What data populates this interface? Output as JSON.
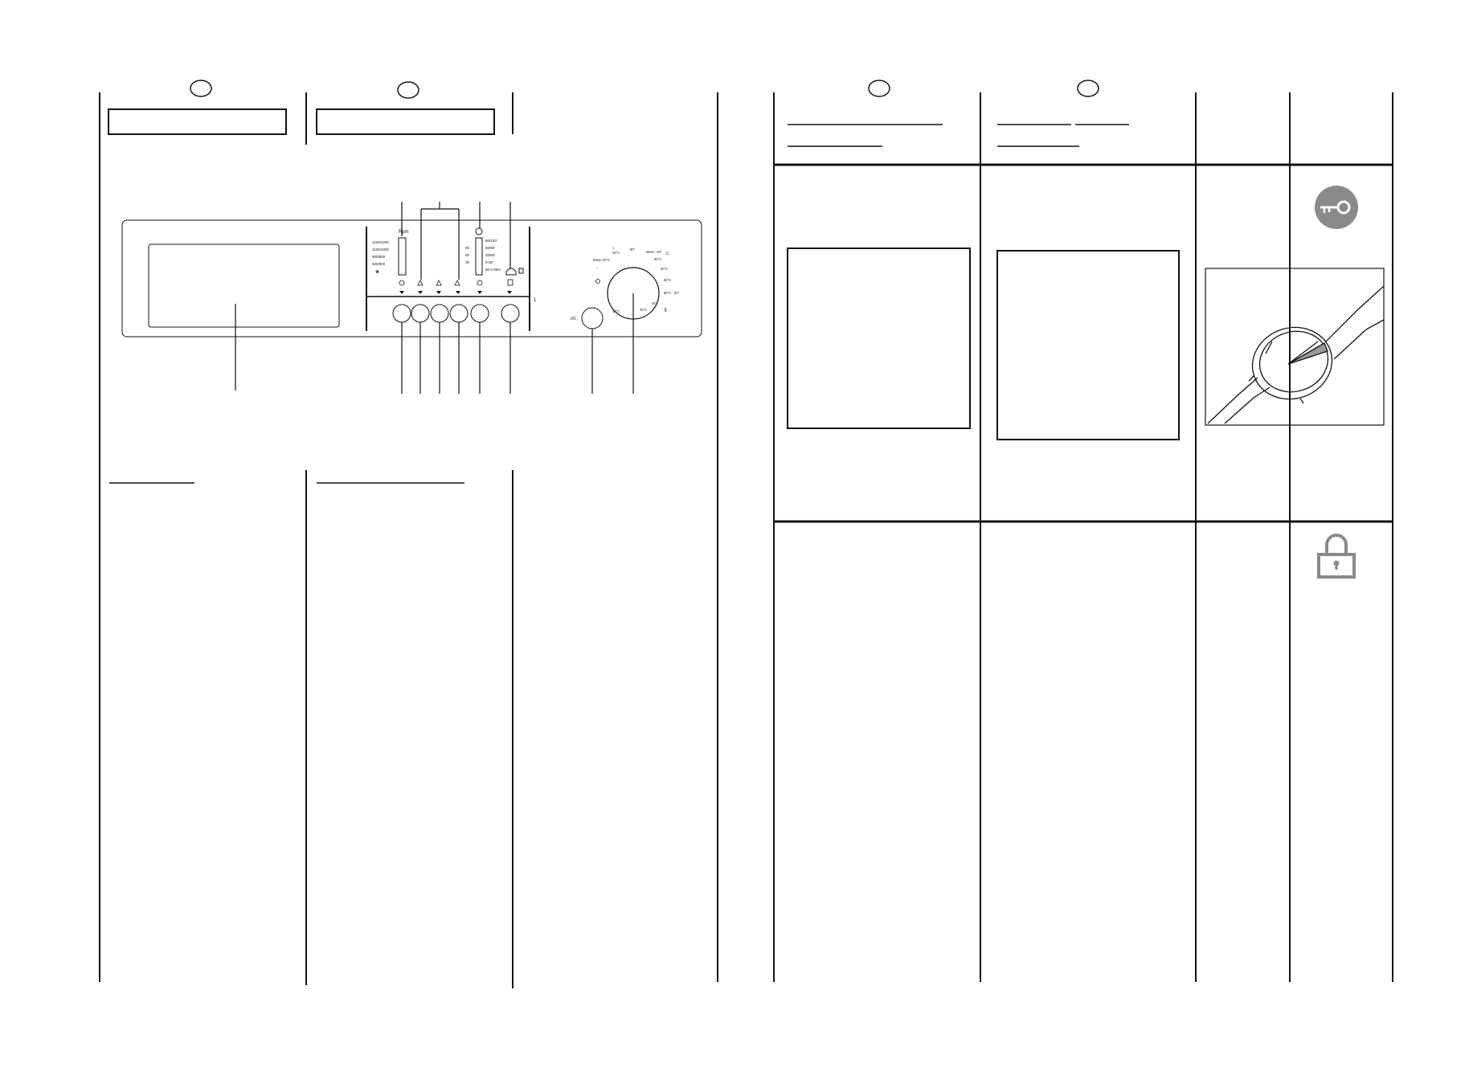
{
  "spin_panel": {
    "label": "Rpm",
    "speeds": [
      "1100/1200",
      "1100/1000",
      "900/800",
      "600/600"
    ]
  },
  "delay_panel": {
    "labels": [
      "9h",
      "6h",
      "3h"
    ],
    "durations": [
      "90/120'",
      "60/90'",
      "30/60'",
      "0-30'",
      "60 0-30m"
    ]
  },
  "dial": {
    "labels": {
      "top_left": "40°C",
      "top": "90°",
      "top_right": "Wool - 40°",
      "right_1": "60°C",
      "right_2": "40°C",
      "right_3": "60°C",
      "right_4": "60°C - 40°",
      "bottom_right": "40°",
      "bottom": "40°C",
      "bottom_left": "40°C",
      "left": "Rinse 30°C"
    }
  },
  "side_number": "1",
  "icons": {
    "key": "key-icon",
    "lock": "padlock-icon",
    "watch": "wristwatch-illustration"
  },
  "colors": {
    "line": "#111111",
    "icon_grey": "#8a8a8a"
  }
}
